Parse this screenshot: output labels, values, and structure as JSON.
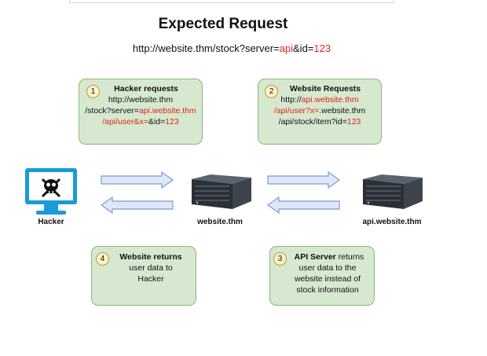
{
  "title": "Expected Request",
  "expected_url": {
    "part1": "http://website.thm/stock?server=",
    "server": "api",
    "part2": "&id=",
    "id": "123"
  },
  "step1": {
    "number": "1",
    "heading": "Hacker requests",
    "line1": "http://website.thm",
    "line2_a": "/stock?server=",
    "line2_b": "api.website.thm",
    "line3_a": "/api/user&x=",
    "line3_b": "&id=",
    "line3_c": "123"
  },
  "step2": {
    "number": "2",
    "heading": "Website Requests",
    "line1_a": "http://",
    "line1_b": "api.website.thm",
    "line2_a": "/api/user?x=",
    "line2_b": ".website.thm",
    "line3_a": "/api/stock/item?id=",
    "line3_b": "123"
  },
  "step3": {
    "number": "3",
    "heading": "API Server",
    "text1": " returns",
    "line2": "user data to the",
    "line3": "website instead of",
    "line4": "stock information"
  },
  "step4": {
    "number": "4",
    "heading": "Website returns",
    "line2": "user data to",
    "line3": "Hacker"
  },
  "nodes": {
    "hacker": "Hacker",
    "website": "website.thm",
    "api": "api.website.thm"
  },
  "colors": {
    "box_fill": "#d6e8cf",
    "box_border": "#8ab87a",
    "arrow_fill": "#dfe8fb",
    "arrow_stroke": "#7a9bd3",
    "highlight": "#e0261b",
    "monitor": "#1a9ad9"
  }
}
